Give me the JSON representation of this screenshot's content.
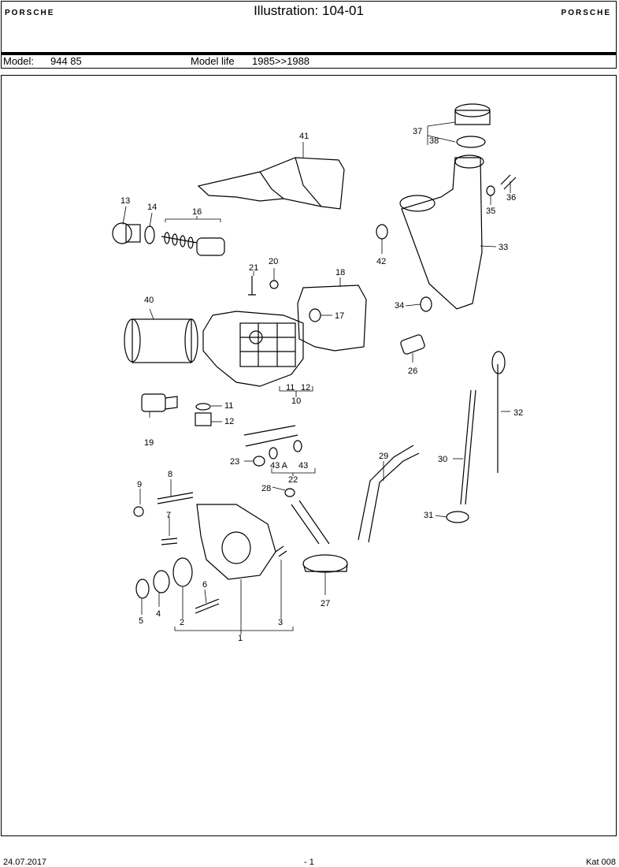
{
  "header": {
    "brand_left": "PORSCHE",
    "brand_right": "PORSCHE",
    "title": "Illustration: 104-01"
  },
  "model_bar": {
    "model_label": "Model:",
    "model_value": "944 85",
    "life_label": "Model life",
    "life_value": "1985>>1988"
  },
  "callouts": {
    "c1": "1",
    "c2": "2",
    "c3": "3",
    "c4": "4",
    "c5": "5",
    "c6": "6",
    "c7": "7",
    "c8": "8",
    "c9": "9",
    "c10": "10",
    "c11": "11",
    "c11b": "11",
    "c12": "12",
    "c12b": "12",
    "c13": "13",
    "c14": "14",
    "c16": "16",
    "c17": "17",
    "c18": "18",
    "c19": "19",
    "c20": "20",
    "c21": "21",
    "c22": "22",
    "c23": "23",
    "c26": "26",
    "c27": "27",
    "c28": "28",
    "c29": "29",
    "c30": "30",
    "c31": "31",
    "c32": "32",
    "c33": "33",
    "c34": "34",
    "c35": "35",
    "c36": "36",
    "c37": "37",
    "c38": "38",
    "c40": "40",
    "c41": "41",
    "c42": "42",
    "c43a": "43 A",
    "c43": "43"
  },
  "footer": {
    "date": "24.07.2017",
    "page": "- 1",
    "catalog": "Kat 008"
  }
}
